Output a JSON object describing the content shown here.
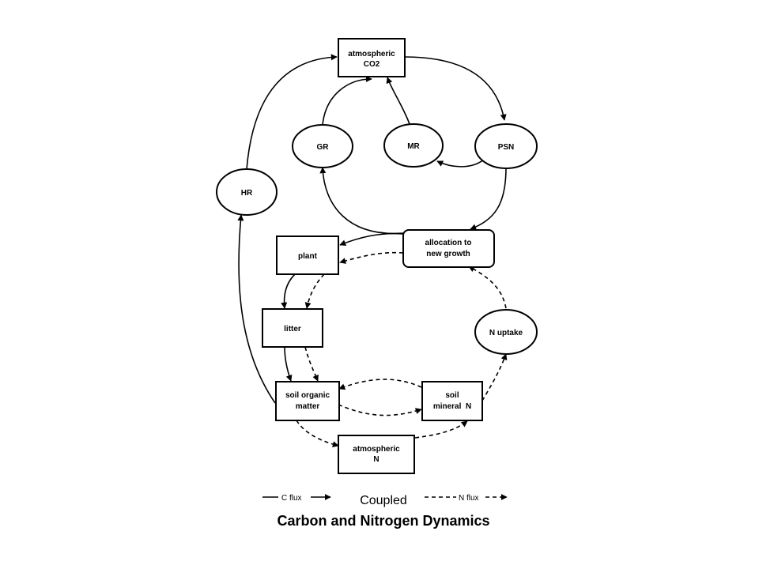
{
  "diagram": {
    "title": "Carbon and Nitrogen Dynamics",
    "subtitle": "Coupled",
    "nodes": {
      "atm_co2": [
        "atmospheric",
        "CO2"
      ],
      "gr": [
        "GR"
      ],
      "mr": [
        "MR"
      ],
      "psn": [
        "PSN"
      ],
      "hr": [
        "HR"
      ],
      "allocation": [
        "allocation to",
        "new growth"
      ],
      "plant": [
        "plant"
      ],
      "litter": [
        "litter"
      ],
      "n_uptake": [
        "N uptake"
      ],
      "som": [
        "soil organic",
        "matter"
      ],
      "soil_min_n": [
        "soil",
        "mineral  N"
      ],
      "atm_n": [
        "atmospheric",
        "N"
      ]
    },
    "legend": {
      "c_flux": "C flux",
      "n_flux": "N flux"
    }
  }
}
